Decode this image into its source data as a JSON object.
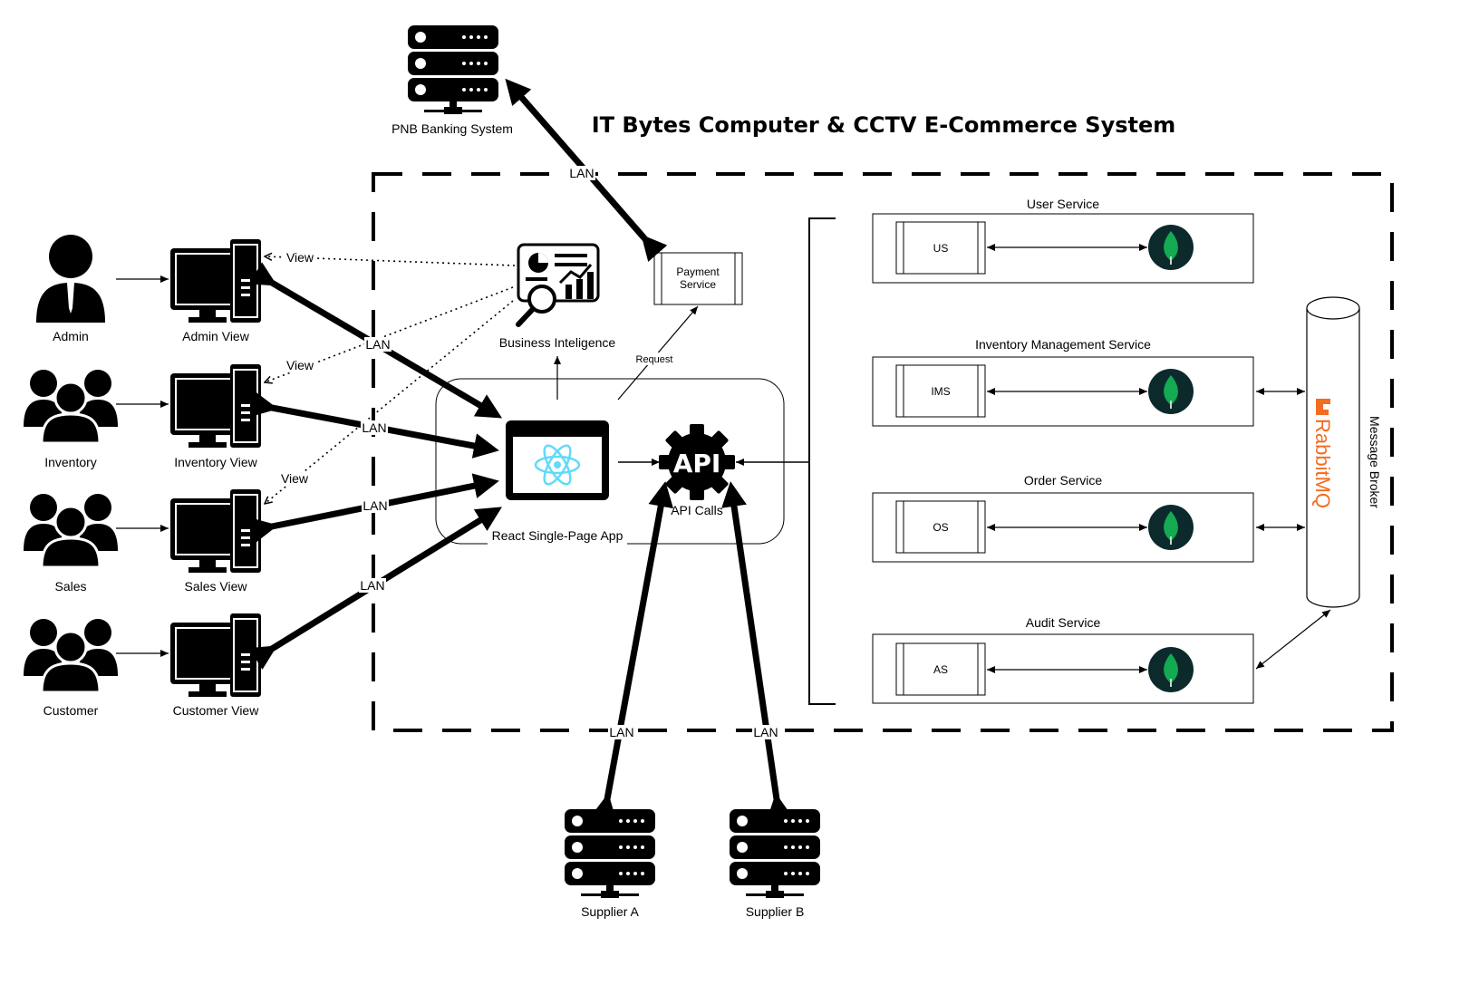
{
  "title": "IT Bytes Computer & CCTV E-Commerce System",
  "external": {
    "bank": "PNB Banking System",
    "supplier_a": "Supplier A",
    "supplier_b": "Supplier B"
  },
  "users": [
    {
      "role": "Admin",
      "view": "Admin View"
    },
    {
      "role": "Inventory",
      "view": "Inventory View"
    },
    {
      "role": "Sales",
      "view": "Sales View"
    },
    {
      "role": "Customer",
      "view": "Customer View"
    }
  ],
  "labels": {
    "lan": "LAN",
    "view": "View",
    "request": "Request",
    "business_intelligence": "Business Inteligence",
    "payment_service": [
      "Payment",
      "Service"
    ],
    "react_app": "React Single-Page App",
    "api_calls": "API Calls",
    "api_logo": "API",
    "message_broker": "Message Broker",
    "rabbitmq": "RabbitMQ"
  },
  "services": [
    {
      "name": "User Service",
      "abbr": "US"
    },
    {
      "name": "Inventory Management Service",
      "abbr": "IMS"
    },
    {
      "name": "Order Service",
      "abbr": "OS"
    },
    {
      "name": "Audit Service",
      "abbr": "AS"
    }
  ],
  "colors": {
    "mongo_green": "#13aa52",
    "mongo_bg": "#0c2a2c",
    "react_blue": "#61dafb",
    "rabbit_orange": "#f26c21"
  }
}
